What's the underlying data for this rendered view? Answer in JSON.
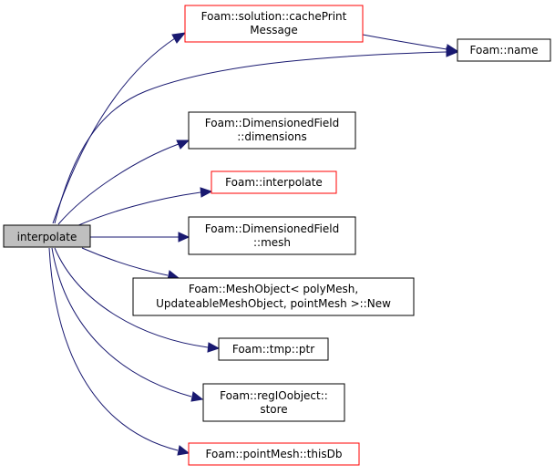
{
  "colors": {
    "edge": "#191970",
    "root_fill": "#bfbfbf",
    "node_fill": "#ffffff",
    "normal_border": "#000000",
    "truncated_border": "#ff0000"
  },
  "root": {
    "label": "interpolate"
  },
  "nodes": [
    {
      "id": "cacheprint",
      "lines": [
        "Foam::solution::cachePrint",
        "Message"
      ],
      "border": "red"
    },
    {
      "id": "name",
      "lines": [
        "Foam::name"
      ],
      "border": "black"
    },
    {
      "id": "dimensions",
      "lines": [
        "Foam::DimensionedField",
        "::dimensions"
      ],
      "border": "black"
    },
    {
      "id": "interpolate2",
      "lines": [
        "Foam::interpolate"
      ],
      "border": "red"
    },
    {
      "id": "mesh",
      "lines": [
        "Foam::DimensionedField",
        "::mesh"
      ],
      "border": "black"
    },
    {
      "id": "new",
      "lines": [
        "Foam::MeshObject< polyMesh,",
        "UpdateableMeshObject, pointMesh >::New"
      ],
      "border": "black"
    },
    {
      "id": "ptr",
      "lines": [
        "Foam::tmp::ptr"
      ],
      "border": "black"
    },
    {
      "id": "store",
      "lines": [
        "Foam::regIOobject::",
        "store"
      ],
      "border": "black"
    },
    {
      "id": "thisdb",
      "lines": [
        "Foam::pointMesh::thisDb"
      ],
      "border": "red"
    }
  ],
  "edges": [
    {
      "from": "interpolate",
      "to": "cacheprint"
    },
    {
      "from": "interpolate",
      "to": "name"
    },
    {
      "from": "interpolate",
      "to": "dimensions"
    },
    {
      "from": "interpolate",
      "to": "interpolate2"
    },
    {
      "from": "interpolate",
      "to": "mesh"
    },
    {
      "from": "interpolate",
      "to": "new"
    },
    {
      "from": "interpolate",
      "to": "ptr"
    },
    {
      "from": "interpolate",
      "to": "store"
    },
    {
      "from": "interpolate",
      "to": "thisdb"
    },
    {
      "from": "cacheprint",
      "to": "name"
    }
  ]
}
